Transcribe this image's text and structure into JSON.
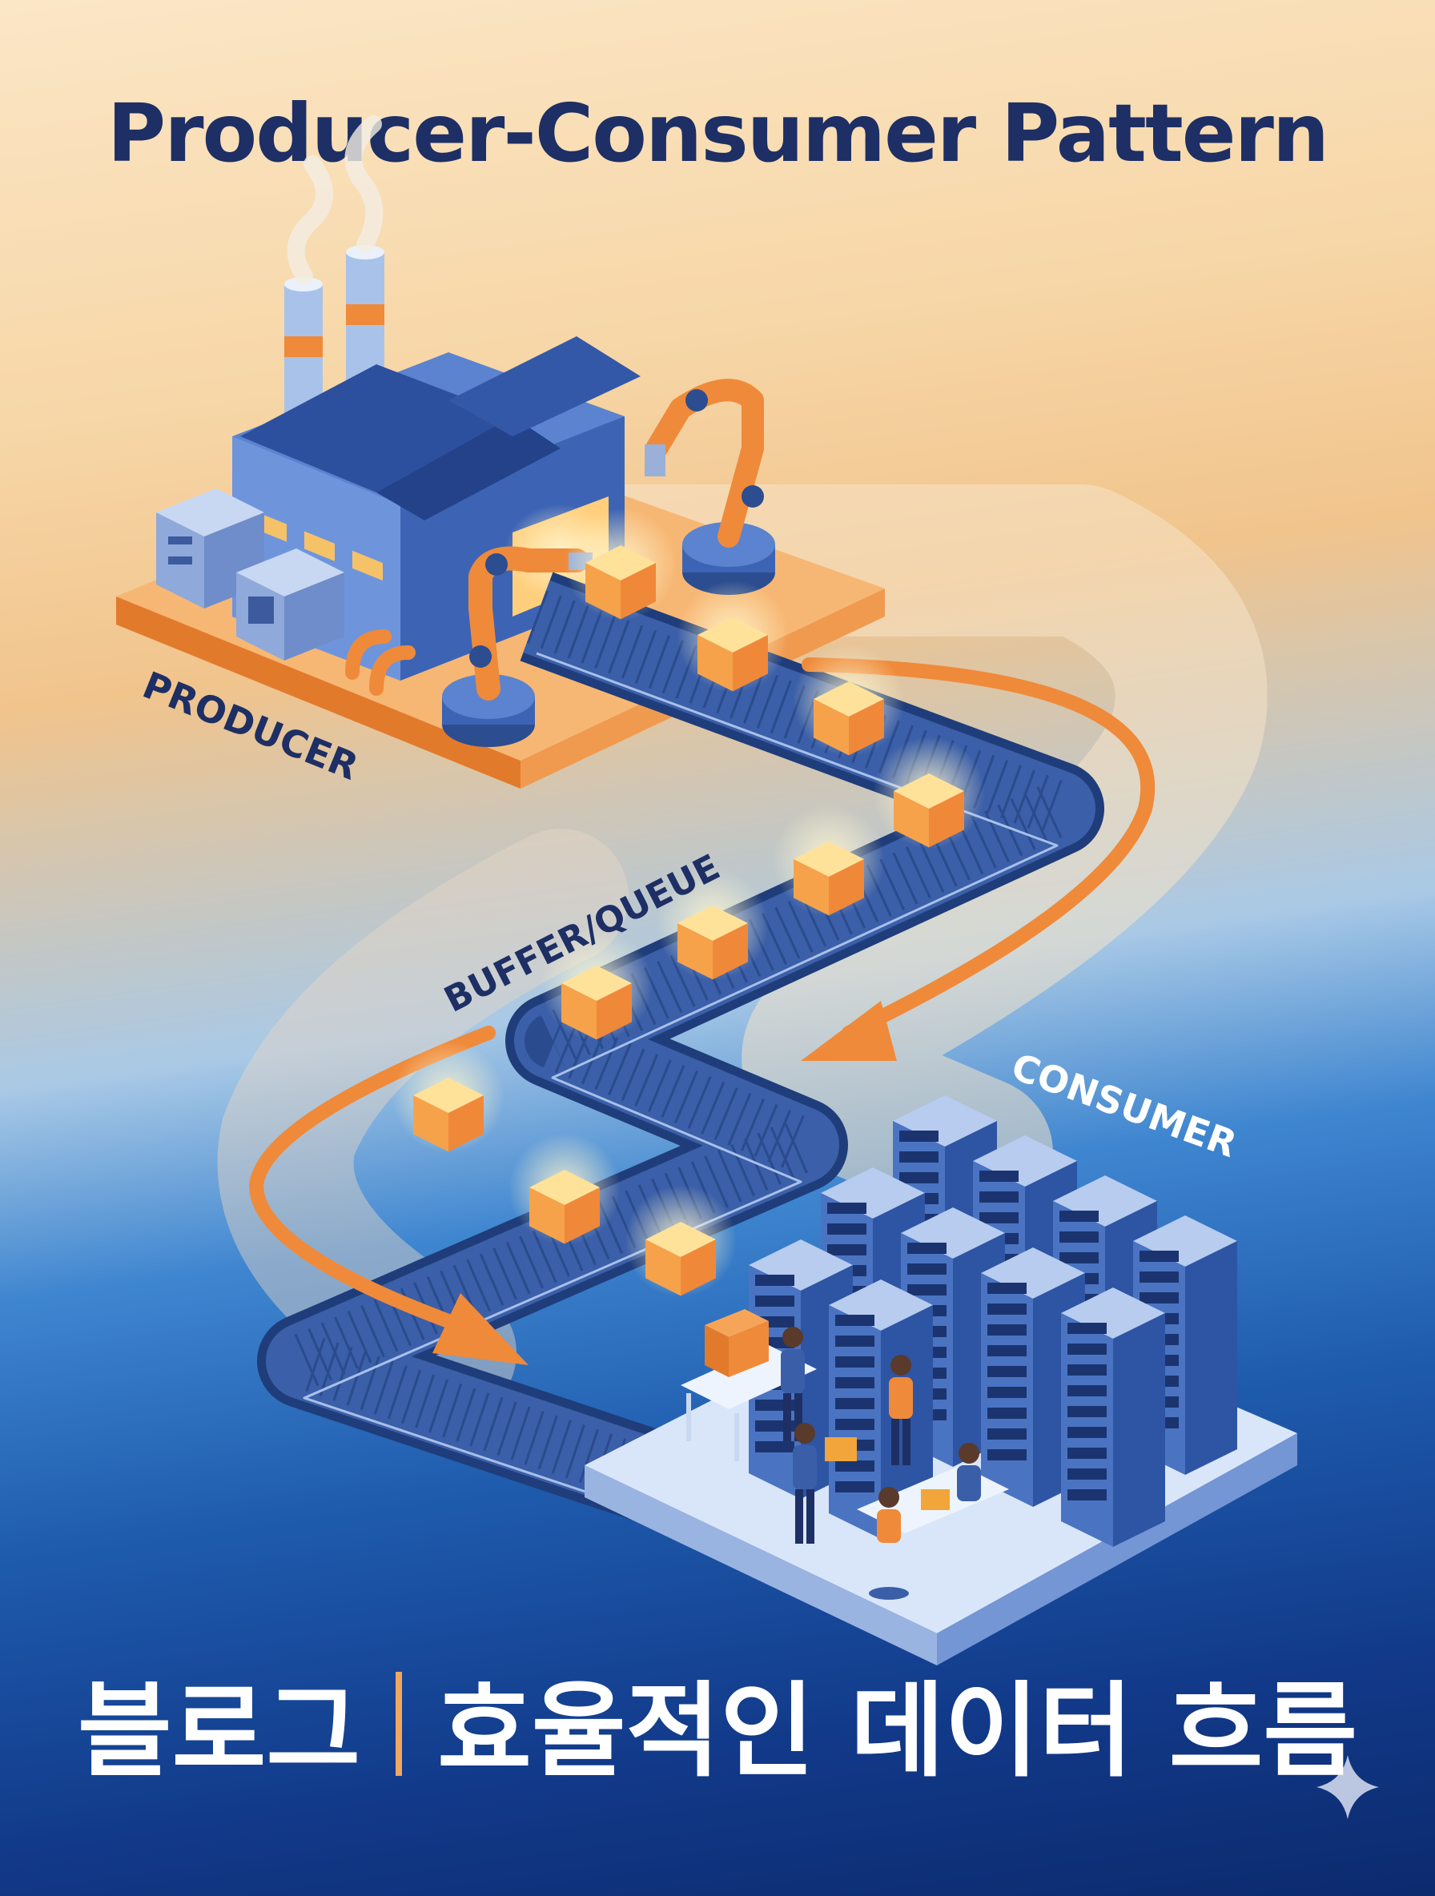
{
  "title": "Producer-Consumer Pattern",
  "labels": {
    "producer": "PRODUCER",
    "buffer": "BUFFER/QUEUE",
    "consumer": "CONSUMER"
  },
  "footer": {
    "left": "블로그",
    "right": "효율적인 데이터 흐름"
  },
  "icons": [
    "factory-icon",
    "robot-arm-icon",
    "conveyor-belt-icon",
    "data-box-icon",
    "server-rack-icon",
    "worker-icon",
    "flow-arrow-icon",
    "sparkle-icon"
  ],
  "colors": {
    "navy": "#1d2f64",
    "orange": "#ef8a3a",
    "blue": "#3d6fc4",
    "belt": "#2c4d8f"
  }
}
